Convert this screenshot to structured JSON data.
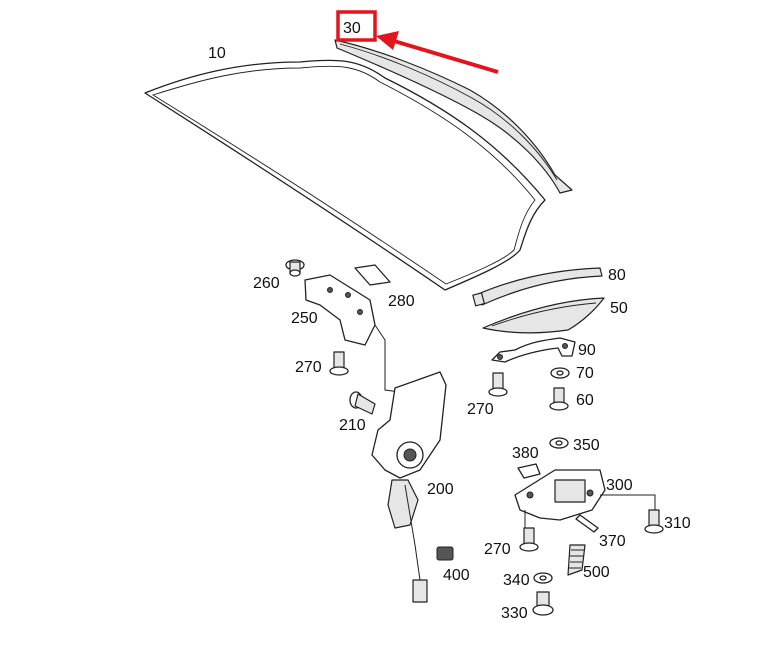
{
  "highlight_color": "#e5131d",
  "highlighted_part": "30",
  "parts": [
    {
      "id": "p10",
      "label": "10"
    },
    {
      "id": "p30",
      "label": "30"
    },
    {
      "id": "p80",
      "label": "80"
    },
    {
      "id": "p50",
      "label": "50"
    },
    {
      "id": "p90",
      "label": "90"
    },
    {
      "id": "p70",
      "label": "70"
    },
    {
      "id": "p60",
      "label": "60"
    },
    {
      "id": "p270a",
      "label": "270"
    },
    {
      "id": "p260",
      "label": "260"
    },
    {
      "id": "p280",
      "label": "280"
    },
    {
      "id": "p250",
      "label": "250"
    },
    {
      "id": "p270b",
      "label": "270"
    },
    {
      "id": "p210",
      "label": "210"
    },
    {
      "id": "p200",
      "label": "200"
    },
    {
      "id": "p400",
      "label": "400"
    },
    {
      "id": "p380",
      "label": "380"
    },
    {
      "id": "p350",
      "label": "350"
    },
    {
      "id": "p300",
      "label": "300"
    },
    {
      "id": "p310",
      "label": "310"
    },
    {
      "id": "p370",
      "label": "370"
    },
    {
      "id": "p270c",
      "label": "270"
    },
    {
      "id": "p500",
      "label": "500"
    },
    {
      "id": "p340",
      "label": "340"
    },
    {
      "id": "p330",
      "label": "330"
    }
  ]
}
